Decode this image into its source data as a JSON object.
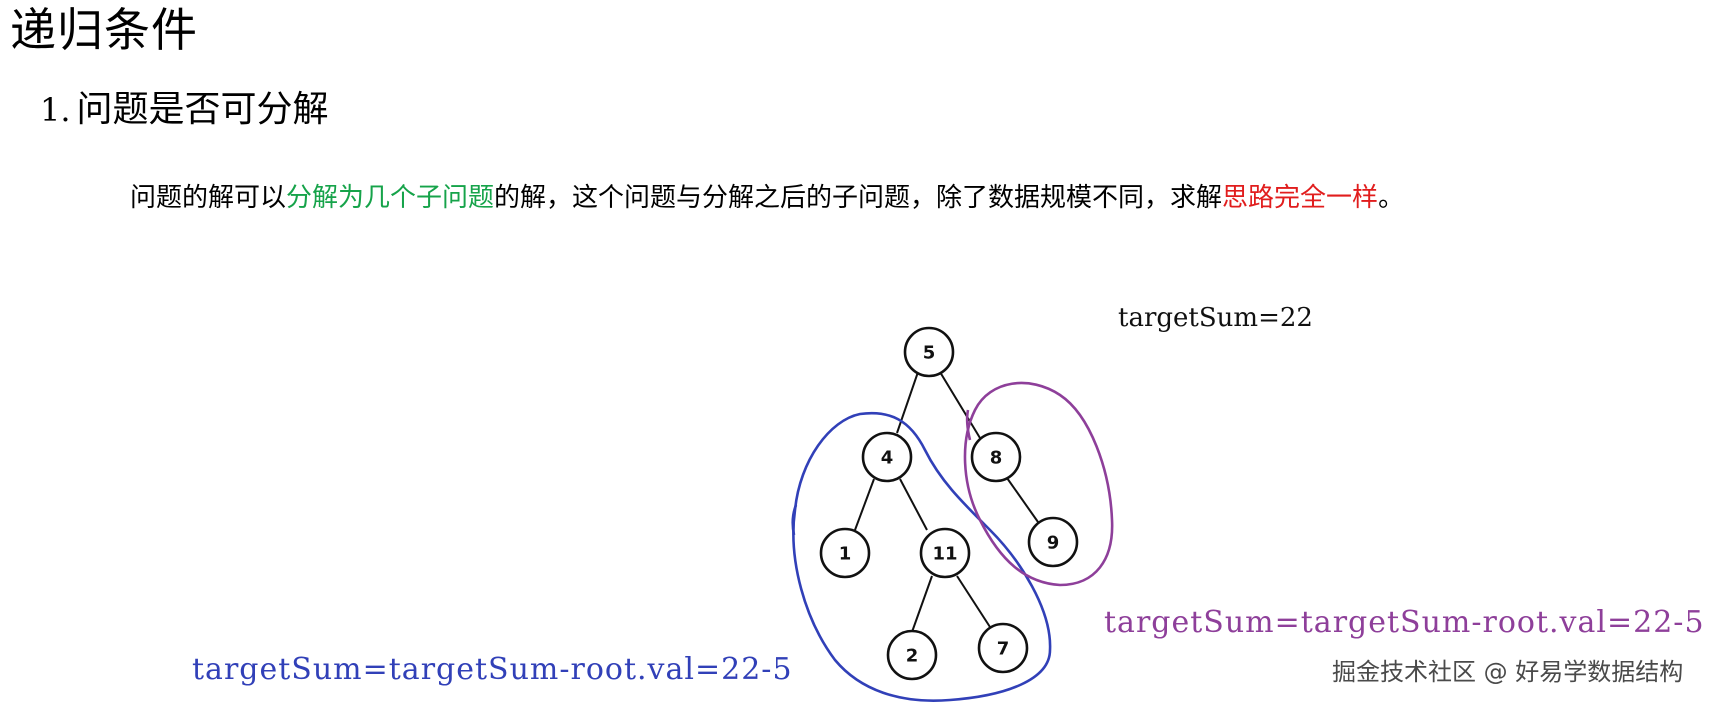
{
  "page": {
    "title": "递归条件",
    "section": {
      "number": "1.",
      "heading": "问题是否可分解"
    },
    "paragraph": {
      "part1": "问题的解可以",
      "highlight_green": "分解为几个子问题",
      "part2": "的解，这个问题与分解之后的子问题，除了数据规模不同，求解",
      "highlight_red": "思路完全一样",
      "part3": "。"
    },
    "colors": {
      "green": "#16a34a",
      "red": "#e11d1d",
      "blue_annotation": "#3140b8",
      "purple_annotation": "#8e3f9a"
    }
  },
  "diagram": {
    "target_sum_label": "targetSum=22",
    "left_annotation": "targetSum=targetSum-root.val=22-5",
    "right_annotation": "targetSum=targetSum-root.val=22-5",
    "nodes": [
      {
        "id": "n5",
        "label": "5"
      },
      {
        "id": "n4",
        "label": "4"
      },
      {
        "id": "n8",
        "label": "8"
      },
      {
        "id": "n1",
        "label": "1"
      },
      {
        "id": "n11",
        "label": "11"
      },
      {
        "id": "n9",
        "label": "9"
      },
      {
        "id": "n2",
        "label": "2"
      },
      {
        "id": "n7",
        "label": "7"
      }
    ]
  },
  "watermark": "掘金技术社区 @ 好易学数据结构"
}
